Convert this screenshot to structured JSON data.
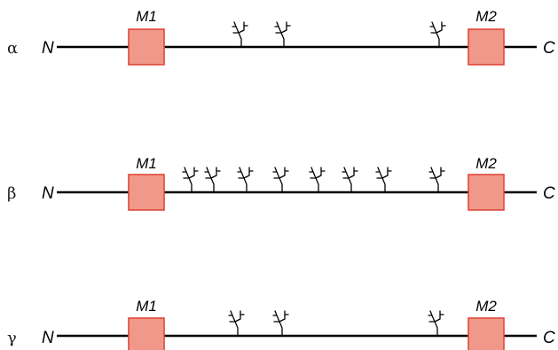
{
  "colors": {
    "domain_fill": "#f0998a",
    "domain_stroke": "#e0483a",
    "line": "#000000"
  },
  "subunits": [
    {
      "greek": "α",
      "n_label": "N",
      "c_label": "C",
      "domains": [
        "M1",
        "M2"
      ],
      "glycosylation_sites": 3,
      "glycan_icon": "branched-glycan-icon"
    },
    {
      "greek": "β",
      "n_label": "N",
      "c_label": "C",
      "domains": [
        "M1",
        "M2"
      ],
      "glycosylation_sites": 8,
      "glycan_icon": "branched-glycan-icon"
    },
    {
      "greek": "γ",
      "n_label": "N",
      "c_label": "C",
      "domains": [
        "M1",
        "M2"
      ],
      "glycosylation_sites": 3,
      "glycan_icon": "branched-glycan-icon"
    }
  ]
}
